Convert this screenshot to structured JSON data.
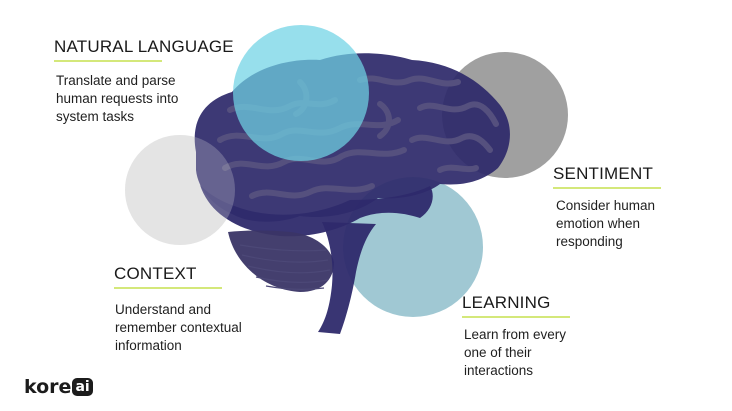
{
  "sections": {
    "natural_language": {
      "title": "NATURAL LANGUAGE",
      "lines": [
        "Translate and parse",
        "human requests into",
        "system tasks"
      ]
    },
    "sentiment": {
      "title": "SENTIMENT",
      "lines": [
        "Consider human",
        "emotion when",
        "responding"
      ]
    },
    "context": {
      "title": "CONTEXT",
      "lines": [
        "Understand and",
        "remember contextual",
        "information"
      ]
    },
    "learning": {
      "title": "LEARNING",
      "lines": [
        "Learn from every",
        "one of their",
        "interactions"
      ]
    }
  },
  "logo": {
    "text": "kore",
    "badge": "ai"
  },
  "colors": {
    "brain": "#2e2a6b",
    "brain_fold": "#55507e",
    "cyan_circle": "#6fd3e4",
    "gray_circle": "#8f8f8f",
    "light_circle": "#dedede",
    "teal_circle": "#8fbecb",
    "accent_rule": "#d4e87a"
  }
}
